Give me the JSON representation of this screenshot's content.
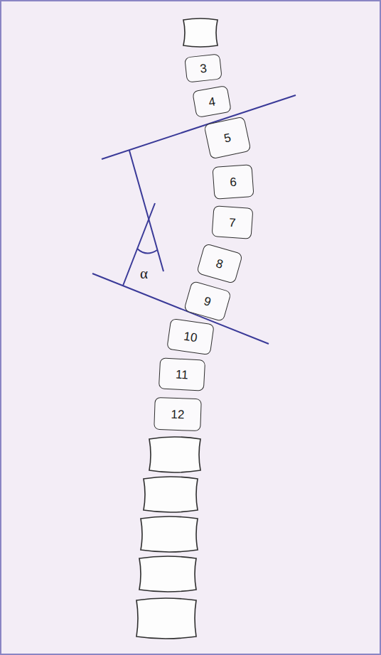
{
  "diagram": {
    "nodes": [
      {
        "text": [
          "3"
        ]
      },
      {
        "text": [
          "4"
        ]
      },
      {
        "text": [
          "5"
        ]
      },
      {
        "text": [
          "6"
        ]
      },
      {
        "text": [
          "7"
        ]
      },
      {
        "text": [
          "8"
        ]
      },
      {
        "text": [
          "9"
        ]
      },
      {
        "text": [
          "10"
        ]
      },
      {
        "text": [
          "11"
        ]
      },
      {
        "text": [
          "12"
        ]
      }
    ],
    "labels": [
      "α"
    ]
  }
}
